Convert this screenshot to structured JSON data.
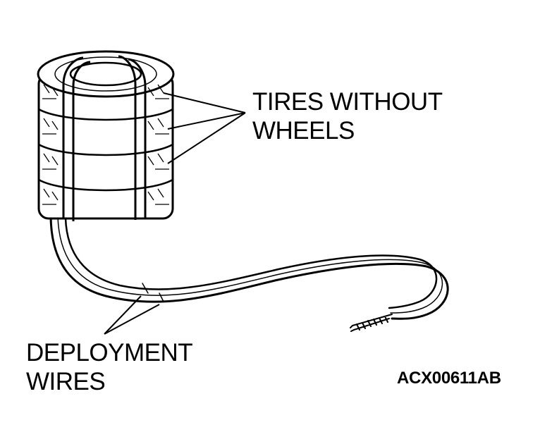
{
  "labels": {
    "tires_line1": "TIRES WITHOUT",
    "tires_line2": "WHEELS",
    "wires_line1": "DEPLOYMENT",
    "wires_line2": "WIRES"
  },
  "figure_id": "ACX00611AB",
  "colors": {
    "ink": "#000000",
    "paper": "#ffffff"
  }
}
